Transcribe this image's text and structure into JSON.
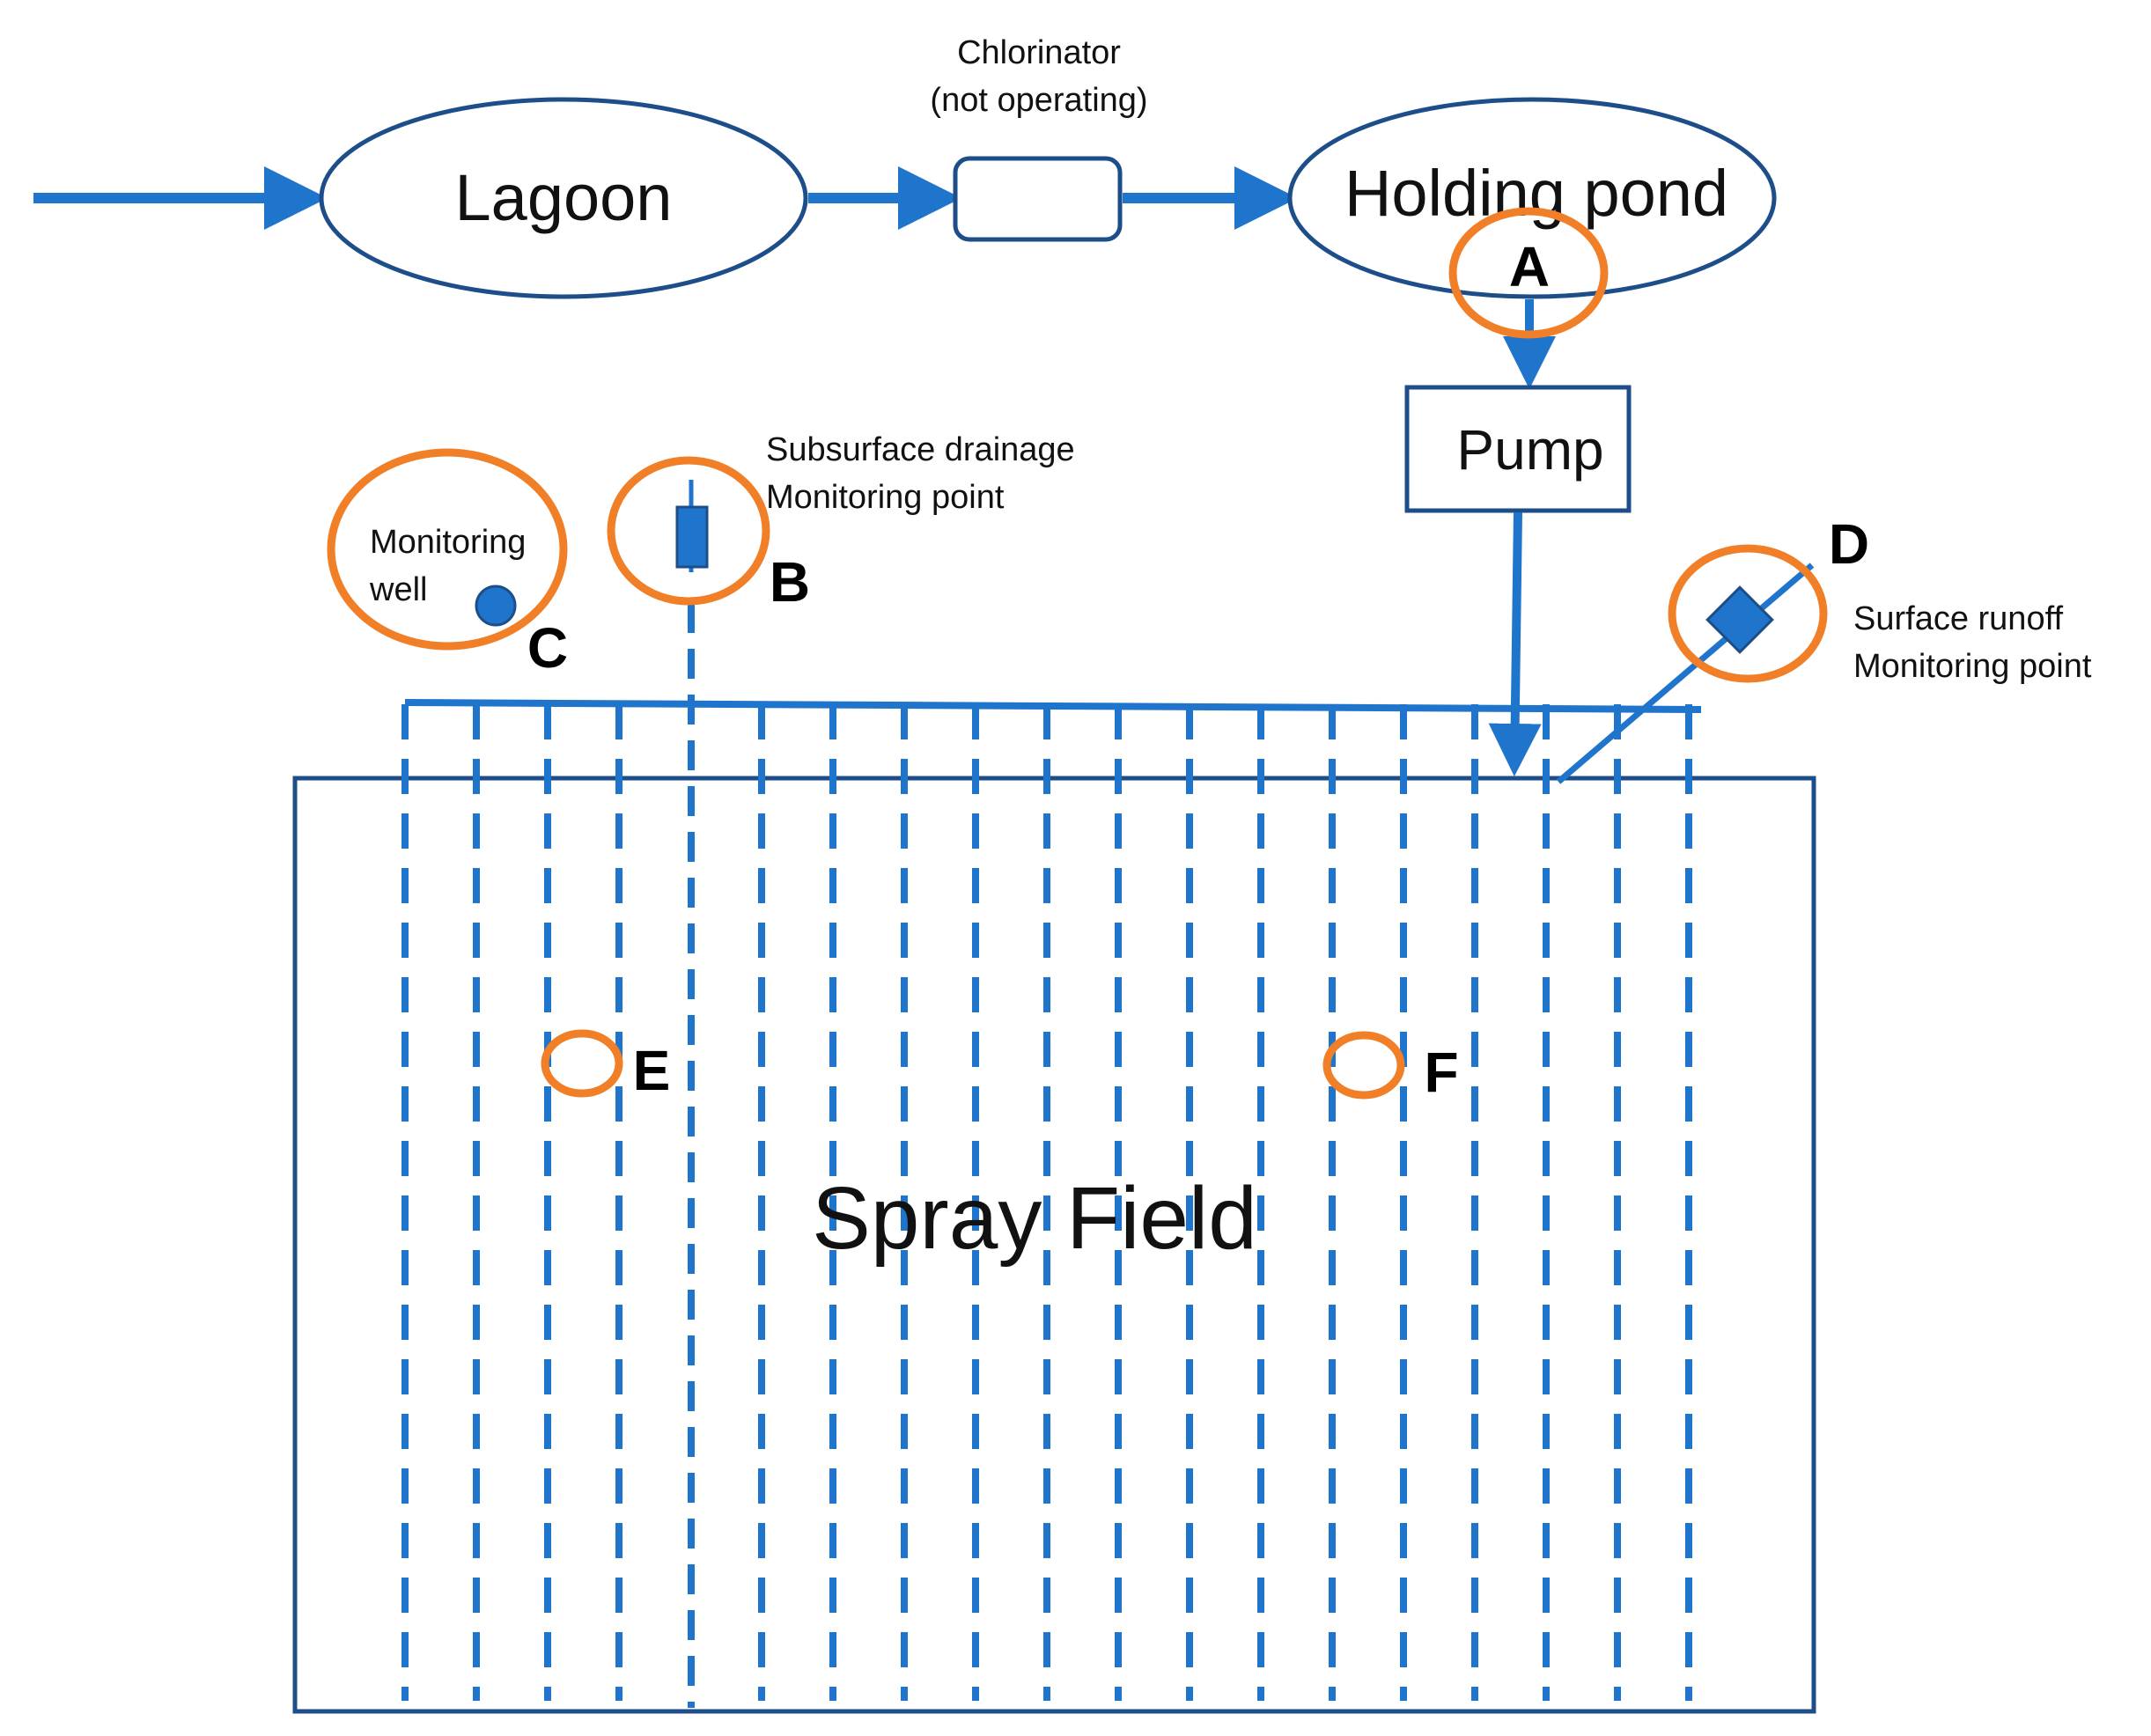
{
  "nodes": {
    "lagoon": "Lagoon",
    "chlorinator": {
      "line1": "Chlorinator",
      "line2": "(not operating)"
    },
    "holding_pond": "Holding pond",
    "pump": "Pump",
    "spray_field": "Spray Field"
  },
  "monitoring": {
    "well": {
      "line1": "Monitoring",
      "line2": "well"
    },
    "subsurface": {
      "line1": "Subsurface drainage",
      "line2": "Monitoring point"
    },
    "runoff": {
      "line1": "Surface runoff",
      "line2": "Monitoring point"
    }
  },
  "sample_points": {
    "a": "A",
    "b": "B",
    "c": "C",
    "d": "D",
    "e": "E",
    "f": "F"
  },
  "colors": {
    "flow_blue": "#1f74cc",
    "outline_navy": "#1d4e8a",
    "marker_orange": "#f07f27",
    "device_blue": "#1f74cc"
  }
}
